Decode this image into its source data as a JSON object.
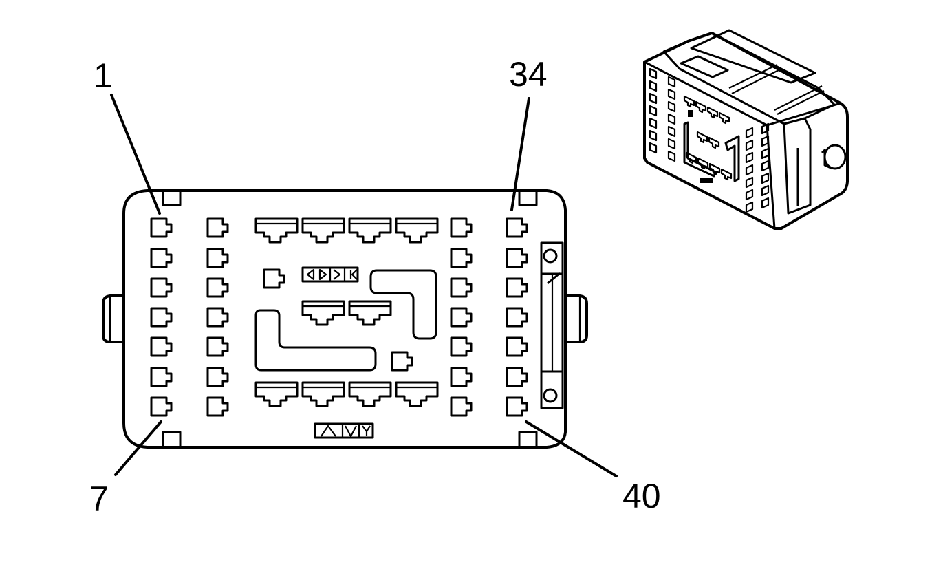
{
  "pin_labels": {
    "top_left": "1",
    "bottom_left": "7",
    "top_right": "34",
    "bottom_right": "40"
  },
  "colors": {
    "line": "#000000",
    "background": "#ffffff"
  }
}
